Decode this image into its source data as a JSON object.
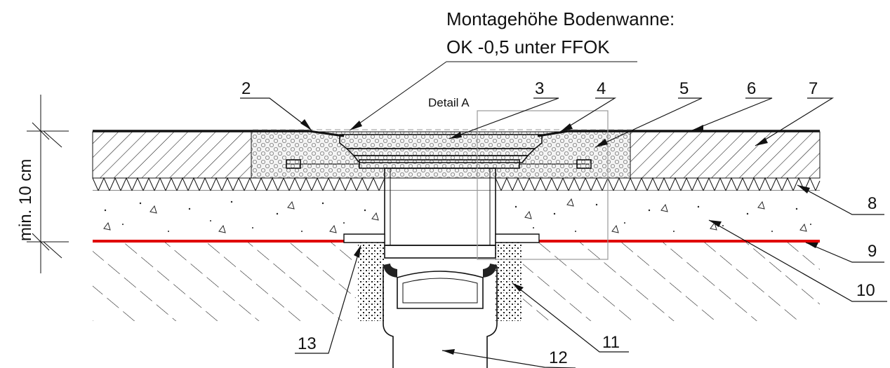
{
  "caption": {
    "line1": "Montagehöhe Bodenwanne:",
    "line2": "OK -0,5 unter FFOK"
  },
  "dimension_label": "min. 10 cm",
  "detail_label": "Detail A",
  "callouts": [
    "2",
    "3",
    "4",
    "5",
    "6",
    "7",
    "8",
    "9",
    "10",
    "11",
    "12",
    "13"
  ],
  "colors": {
    "membrane": "#e00000",
    "ink": "#111111",
    "insulation_fill": "#f2f2f2",
    "background": "#ffffff"
  }
}
